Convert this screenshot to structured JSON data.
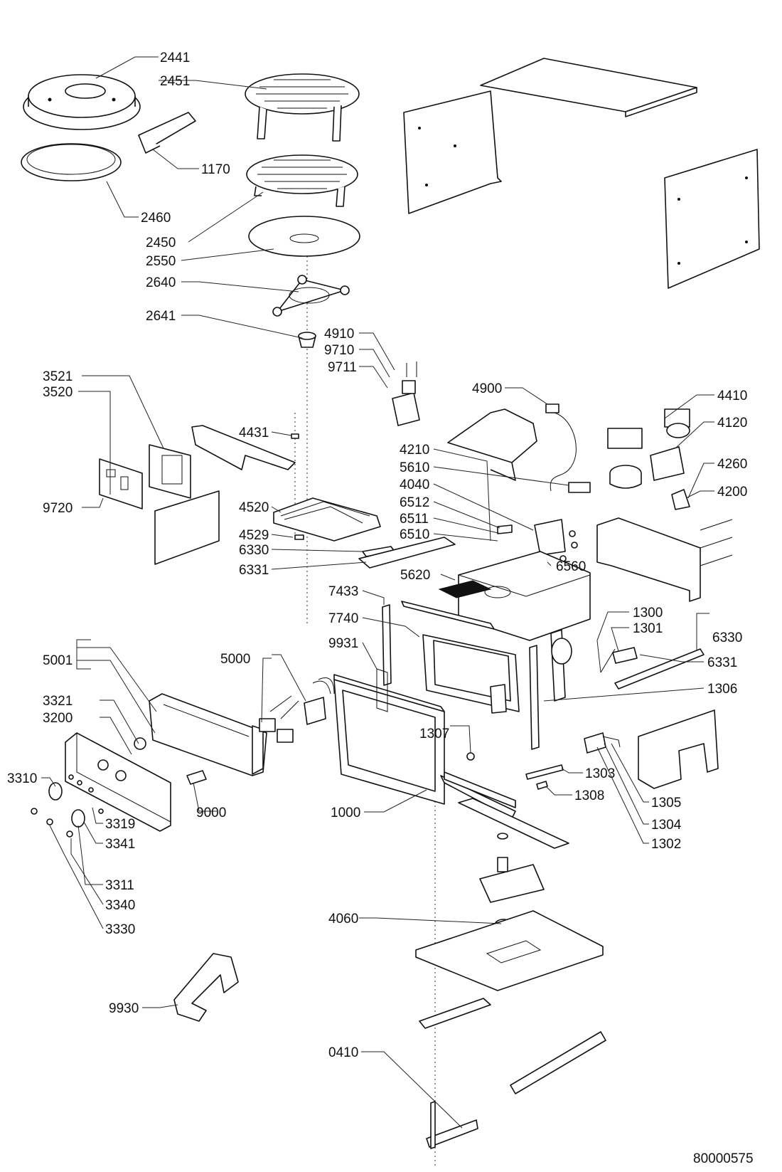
{
  "drawing_number": "80000575",
  "callouts": {
    "c2441": "2441",
    "c2451": "2451",
    "c1170": "1170",
    "c2460": "2460",
    "c2450": "2450",
    "c2550": "2550",
    "c2640": "2640",
    "c2641": "2641",
    "c4910": "4910",
    "c9710": "9710",
    "c9711": "9711",
    "c4900": "4900",
    "c4410": "4410",
    "c4120": "4120",
    "c4260": "4260",
    "c4200": "4200",
    "c3521": "3521",
    "c3520": "3520",
    "c4431": "4431",
    "c9720": "9720",
    "c4520": "4520",
    "c4529": "4529",
    "c6330a": "6330",
    "c6331a": "6331",
    "c4210": "4210",
    "c5610": "5610",
    "c4040": "4040",
    "c6512": "6512",
    "c6511": "6511",
    "c6510": "6510",
    "c6560": "6560",
    "c5620": "5620",
    "c7433": "7433",
    "c7740": "7740",
    "c9931": "9931",
    "c1300": "1300",
    "c1301": "1301",
    "c6330b": "6330",
    "c6331b": "6331",
    "c1306": "1306",
    "c5001": "5001",
    "c5000": "5000",
    "c3321": "3321",
    "c3200": "3200",
    "c3310": "3310",
    "c1307": "1307",
    "c1303": "1303",
    "c1308": "1308",
    "c1305": "1305",
    "c1304": "1304",
    "c1302": "1302",
    "c9000": "9000",
    "c1000": "1000",
    "c3319": "3319",
    "c3341": "3341",
    "c3311": "3311",
    "c3340": "3340",
    "c3330": "3330",
    "c4060": "4060",
    "c9930": "9930",
    "c0410": "0410"
  }
}
